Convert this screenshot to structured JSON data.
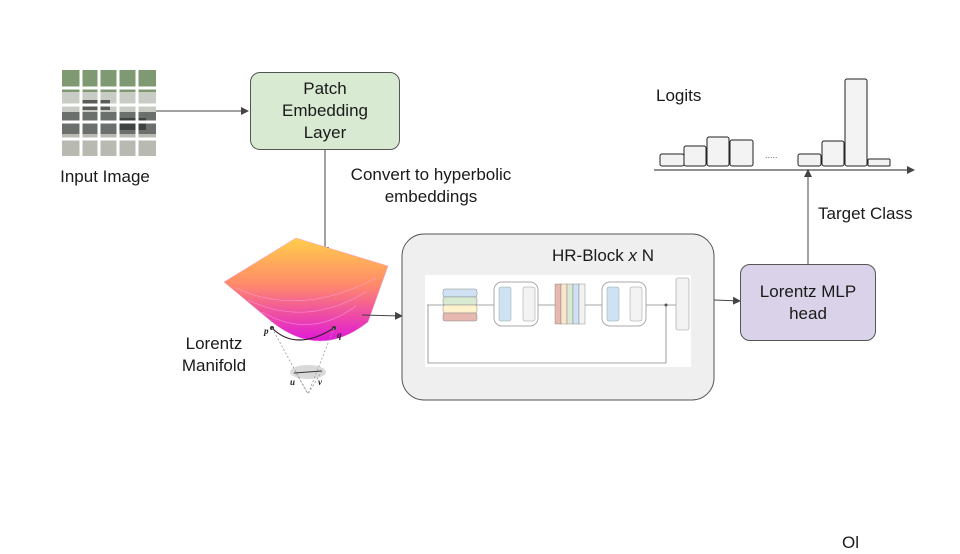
{
  "diagram": {
    "input_image_label": "Input Image",
    "patch_embedding_label": "Patch\nEmbedding\nLayer",
    "convert_label": "Convert to hyperbolic\nembeddings",
    "lorentz_manifold_label": "Lorentz\nManifold",
    "manifold_point_p": "p",
    "manifold_point_q": "q",
    "tangent_point_u": "u",
    "tangent_point_v": "v",
    "hr_block_label": "HR-Block",
    "hr_block_times": "x",
    "hr_block_count": "N",
    "mlp_head_label": "Lorentz MLP\nhead",
    "logits_label": "Logits",
    "target_class_label": "Target Class",
    "ellipsis": ".....",
    "footer_cut_text": "Ol"
  },
  "colors": {
    "patch_box_fill": "#d9ead3",
    "mlp_box_fill": "#d9d2e9",
    "hr_block_fill": "#efefef",
    "arrow": "#444444",
    "manifold_top": "#ffb347",
    "manifold_bottom": "#e01fd0"
  }
}
